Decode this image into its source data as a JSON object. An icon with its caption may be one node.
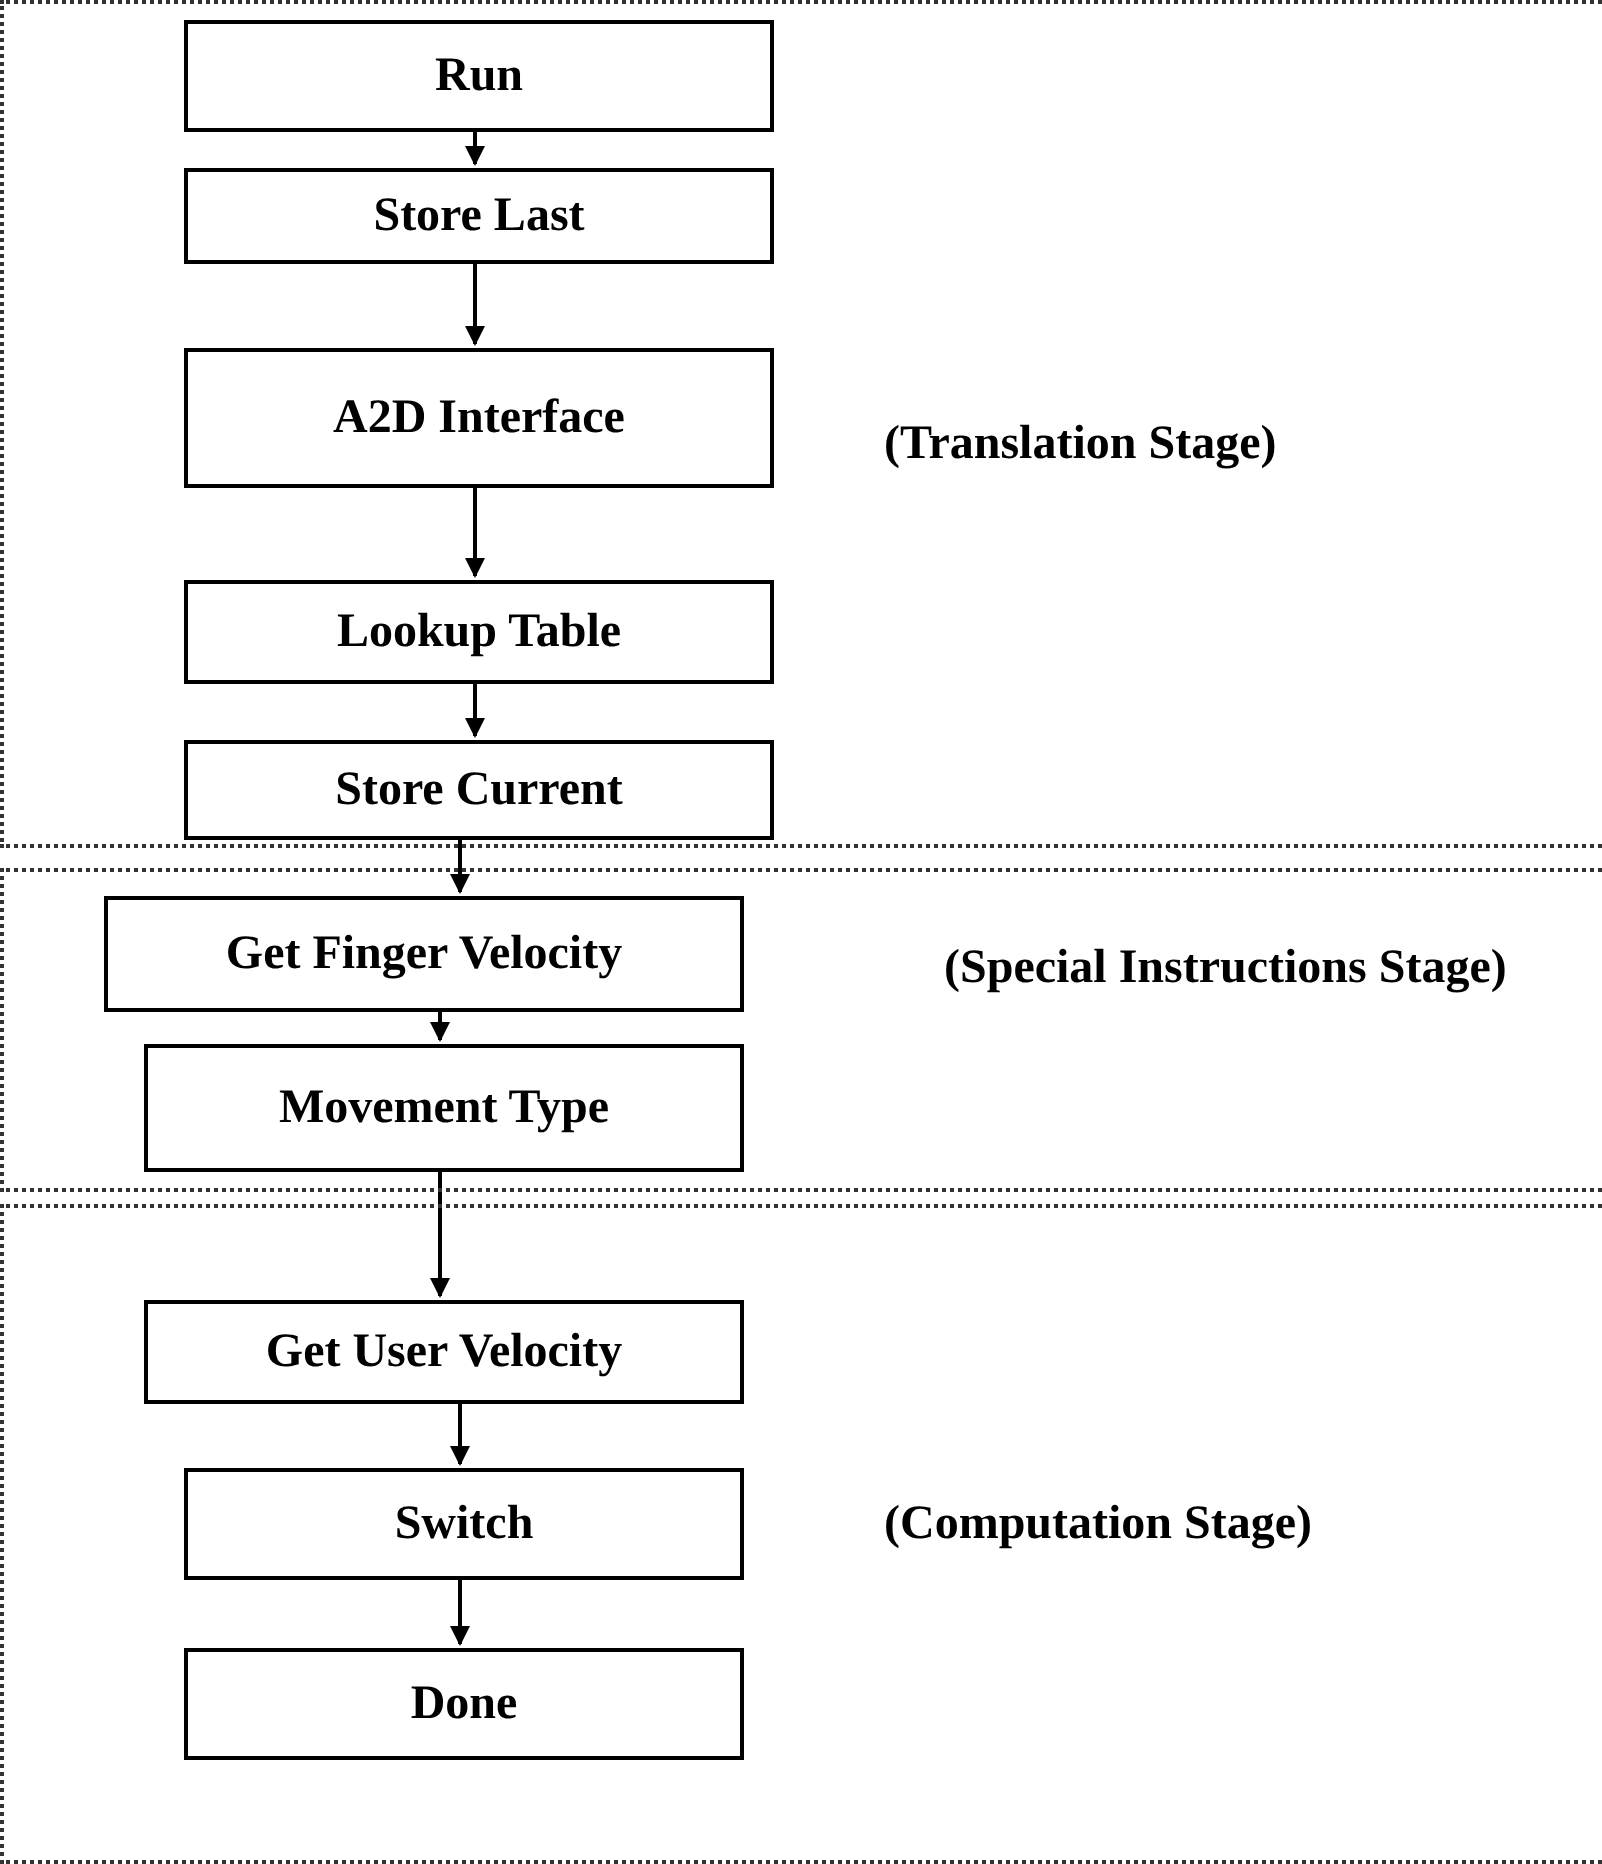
{
  "diagram": {
    "nodes": [
      {
        "text": [
          "(Translation Stage)"
        ]
      },
      {
        "text": [
          "Run"
        ],
        "in": 0
      },
      {
        "text": [
          "Store Last"
        ],
        "in": 0
      },
      {
        "text": [
          "A2D Interface"
        ],
        "in": 0
      },
      {
        "text": [
          "Lookup Table"
        ],
        "in": 0
      },
      {
        "text": [
          "Store Current"
        ],
        "in": 0
      },
      {
        "text": [
          "(Special Instructions Stage)"
        ]
      },
      {
        "text": [
          "Get Finger Velocity"
        ],
        "in": 6
      },
      {
        "text": [
          "Movement Type"
        ],
        "in": 6
      },
      {
        "text": [
          "(Computation Stage)"
        ]
      },
      {
        "text": [
          "Get User Velocity"
        ],
        "in": 9
      },
      {
        "text": [
          "Switch"
        ],
        "in": 9
      },
      {
        "text": [
          "Done"
        ],
        "in": 9
      }
    ],
    "edges": [
      {
        "from": 1,
        "to": 2,
        "arrow": "to"
      },
      {
        "from": 2,
        "to": 3,
        "arrow": "to"
      },
      {
        "from": 3,
        "to": 4,
        "arrow": "to"
      },
      {
        "from": 4,
        "to": 5,
        "arrow": "to"
      },
      {
        "from": 5,
        "to": 7,
        "arrow": "to"
      },
      {
        "from": 7,
        "to": 8,
        "arrow": "to"
      },
      {
        "from": 8,
        "to": 10,
        "arrow": "to"
      },
      {
        "from": 10,
        "to": 11,
        "arrow": "to"
      },
      {
        "from": 11,
        "to": 12,
        "arrow": "to"
      }
    ]
  }
}
